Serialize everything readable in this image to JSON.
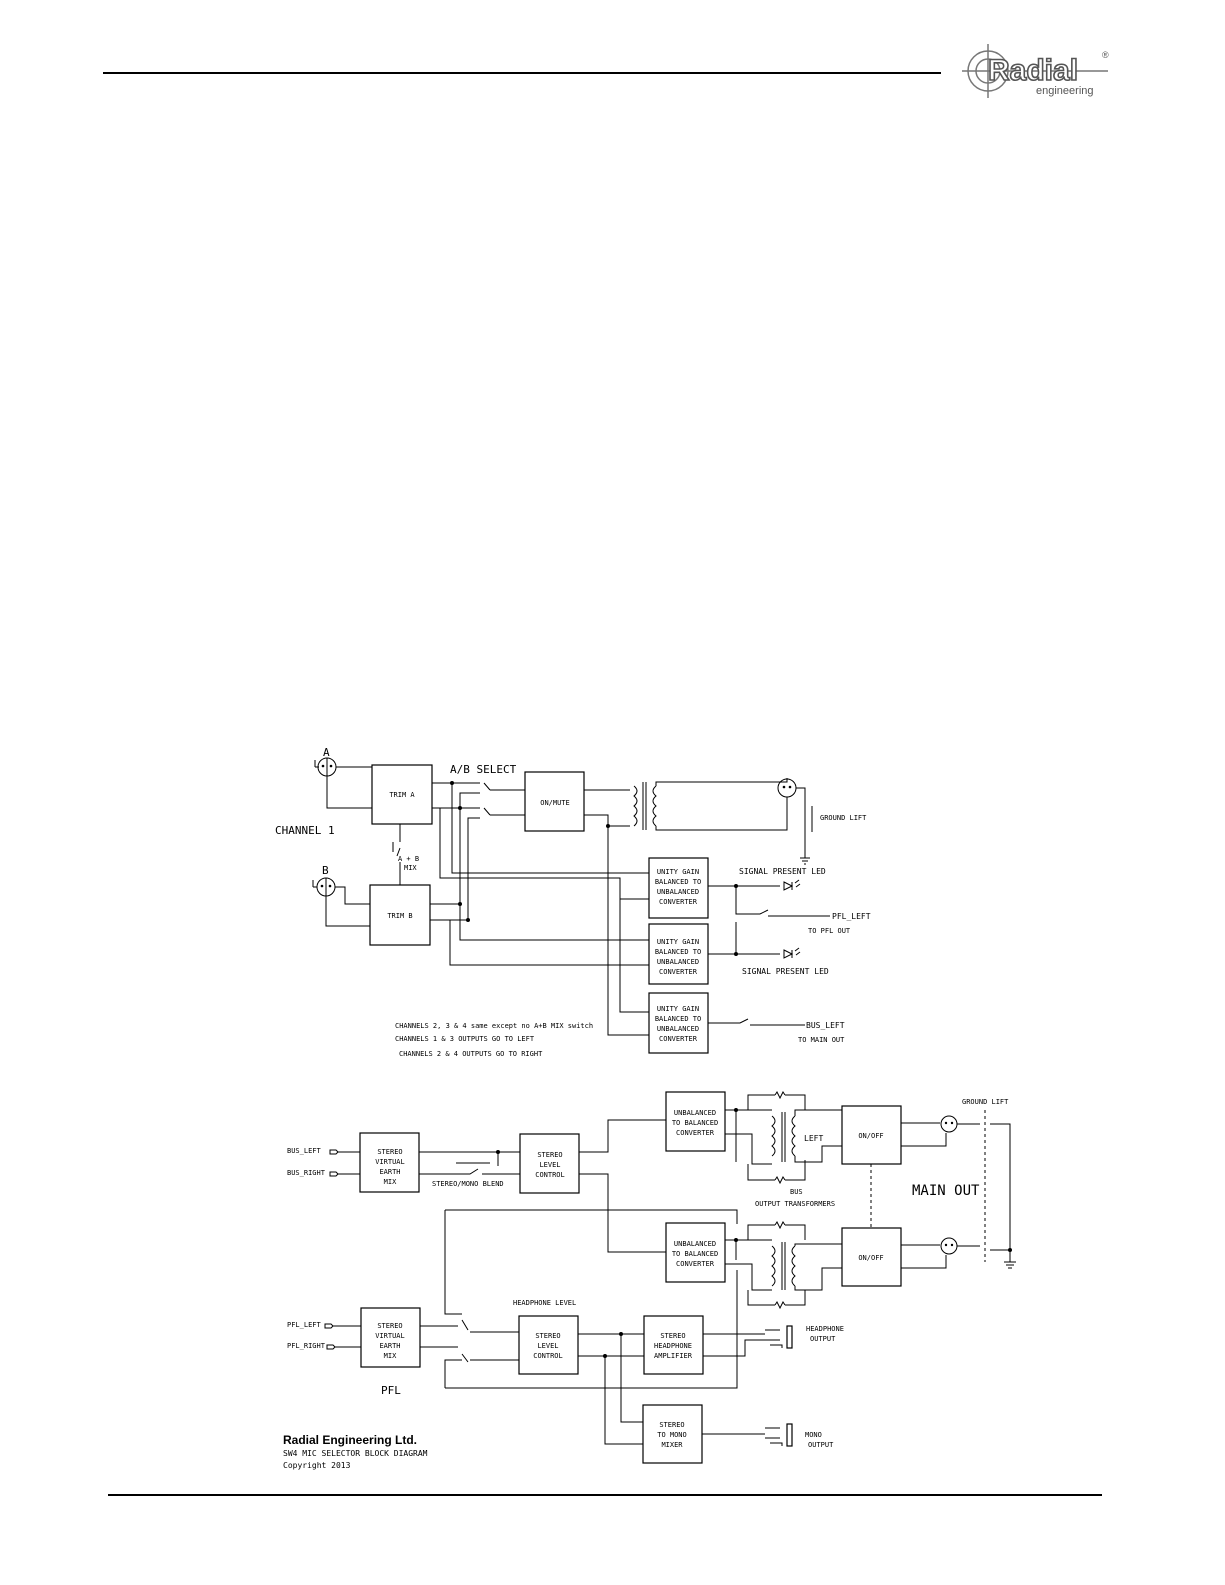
{
  "brand": {
    "name": "Radial",
    "sub": "engineering",
    "reg": "®"
  },
  "channel": {
    "xlr_a": "A",
    "xlr_b": "B",
    "title": "CHANNEL 1",
    "trim_a": "TRIM A",
    "trim_b": "TRIM B",
    "ab_select": "A/B SELECT",
    "mix_1": "A + B",
    "mix_2": "MIX",
    "on_mute": "ON/MUTE",
    "ground_lift": "GROUND LIFT",
    "conv_1": "UNITY GAIN",
    "conv_2": "BALANCED TO",
    "conv_3": "UNBALANCED",
    "conv_4": "CONVERTER",
    "signal_led": "SIGNAL PRESENT LED",
    "pfl_left": "PFL_LEFT",
    "to_pfl_out": "TO PFL OUT",
    "bus_left": "BUS_LEFT",
    "to_main_out": "TO MAIN OUT",
    "note_1": "CHANNELS 2, 3 & 4 same except no A+B MIX switch",
    "note_2": "CHANNELS 1 & 3 OUTPUTS GO TO LEFT",
    "note_3": "CHANNELS 2 & 4 OUTPUTS GO TO RIGHT"
  },
  "bus": {
    "bus_left": "BUS_LEFT",
    "bus_right": "BUS_RIGHT",
    "mix_1": "STEREO",
    "mix_2": "VIRTUAL",
    "mix_3": "EARTH",
    "mix_4": "MIX",
    "blend": "STEREO/MONO BLEND",
    "level_1": "STEREO",
    "level_2": "LEVEL",
    "level_3": "CONTROL",
    "ub_1": "UNBALANCED",
    "ub_2": "TO BALANCED",
    "ub_3": "CONVERTER",
    "left": "LEFT",
    "on_off": "ON/OFF",
    "ground_lift": "GROUND LIFT",
    "main_out": "MAIN OUT",
    "trans_1": "BUS",
    "trans_2": "OUTPUT TRANSFORMERS"
  },
  "pfl": {
    "pfl_left": "PFL_LEFT",
    "pfl_right": "PFL_RIGHT",
    "title": "PFL",
    "hp_level": "HEADPHONE LEVEL",
    "amp_1": "STEREO",
    "amp_2": "HEADPHONE",
    "amp_3": "AMPLIFIER",
    "hp_out_1": "HEADPHONE",
    "hp_out_2": "OUTPUT",
    "mono_1": "STEREO",
    "mono_2": "TO MONO",
    "mono_3": "MIXER",
    "mono_out_1": "MONO",
    "mono_out_2": "OUTPUT"
  },
  "credits": {
    "company": "Radial Engineering Ltd.",
    "doc": "SW4 MIC SELECTOR BLOCK DIAGRAM",
    "copyright": "Copyright 2013"
  }
}
